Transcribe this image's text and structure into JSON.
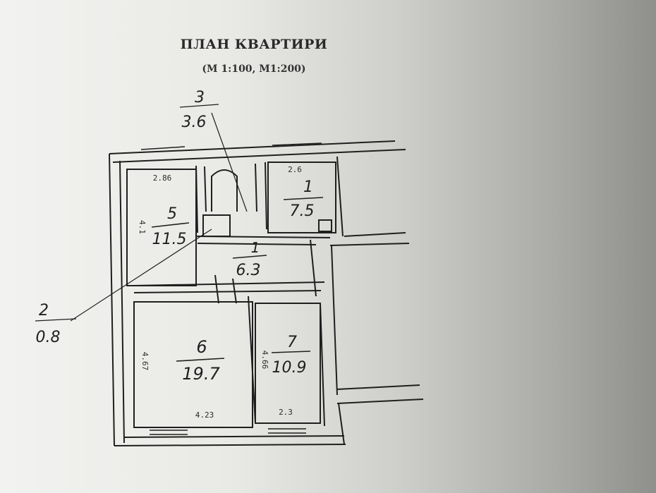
{
  "header": {
    "title": "ПЛАН КВАРТИРИ",
    "subtitle": "(М 1:100, М1:200)"
  },
  "rooms": [
    {
      "id": "room-1-top",
      "number": "1",
      "area": "7.5"
    },
    {
      "id": "room-1-hall",
      "number": "1",
      "area": "6.3"
    },
    {
      "id": "room-2",
      "number": "2",
      "area": "0.8"
    },
    {
      "id": "room-3",
      "number": "3",
      "area": "3.6"
    },
    {
      "id": "room-5",
      "number": "5",
      "area": "11.5"
    },
    {
      "id": "room-6",
      "number": "6",
      "area": "19.7"
    },
    {
      "id": "room-7",
      "number": "7",
      "area": "10.9"
    }
  ],
  "dimensions": {
    "room5_width": "2.86",
    "room5_height": "4.1",
    "room1_width": "2.6",
    "room6_height": "4.67",
    "room6_width": "4.23",
    "room7_height": "4.66",
    "room7_width": "2.3"
  },
  "colors": {
    "ink": "#1f1f1f",
    "paper": "#ecece9"
  }
}
